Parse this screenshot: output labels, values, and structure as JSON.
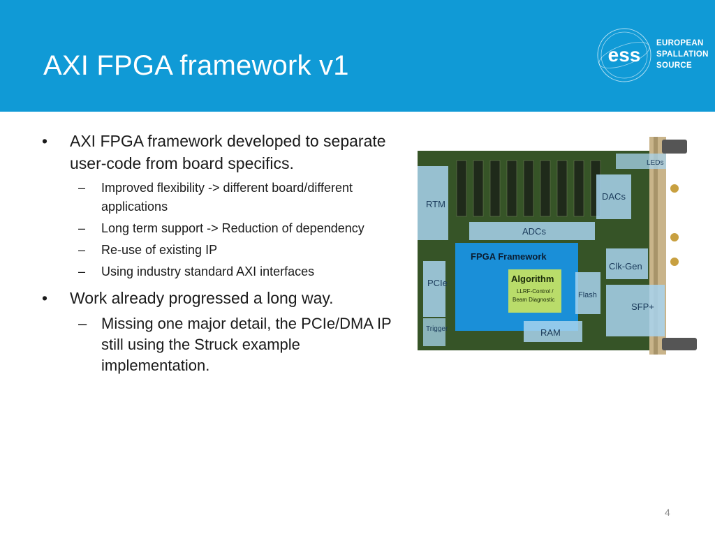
{
  "header": {
    "title": "AXI FPGA framework v1",
    "logo": {
      "mark": "ess",
      "line1": "EUROPEAN",
      "line2": "SPALLATION",
      "line3": "SOURCE"
    }
  },
  "bullets": [
    {
      "text": "AXI FPGA framework developed to separate user-code from board specifics.",
      "sub": [
        "Improved flexibility -> different board/different applications",
        "Long term support -> Reduction of dependency",
        "Re-use of existing IP",
        "Using industry standard AXI interfaces"
      ]
    },
    {
      "text": "Work already progressed a long way.",
      "sub": [
        "Missing one major detail, the PCIe/DMA IP still using the Struck example implementation."
      ]
    }
  ],
  "board": {
    "labels": {
      "leds": "LEDs",
      "rtm": "RTM",
      "dacs": "DACs",
      "adcs": "ADCs",
      "fpga": "FPGA Framework",
      "algorithm": "Algorithm",
      "algo_sub1": "LLRF-Control /",
      "algo_sub2": "Beam Diagnostic",
      "pcie": "PCIe",
      "clkgen": "Clk-Gen",
      "flash": "Flash",
      "sfp": "SFP+",
      "trigger": "Trigger",
      "ram": "RAM"
    }
  },
  "footer": {
    "page": "4"
  },
  "colors": {
    "header": "#109ad6",
    "board_green": "#3b5a2a",
    "fpga_blue": "#1a8fd8",
    "algorithm_green": "#b9dc6a",
    "overlay_blue": "#a8d4ee"
  }
}
